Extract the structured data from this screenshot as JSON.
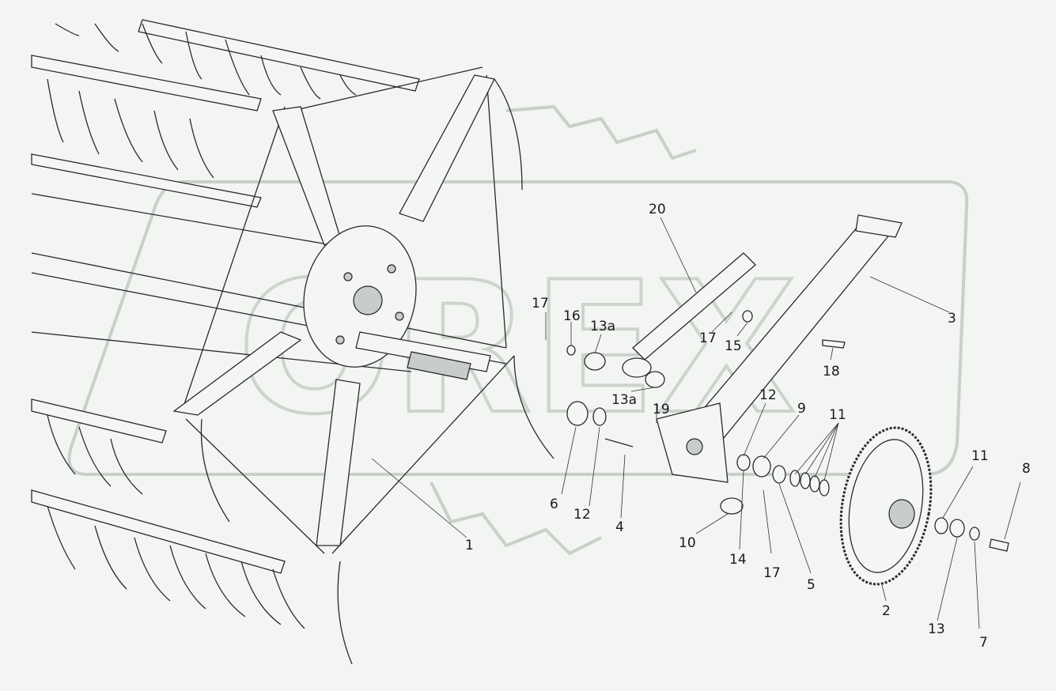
{
  "diagram": {
    "watermark": "OREX",
    "callouts": [
      {
        "id": "c1",
        "label": "1"
      },
      {
        "id": "c2",
        "label": "2"
      },
      {
        "id": "c3",
        "label": "3"
      },
      {
        "id": "c4",
        "label": "4"
      },
      {
        "id": "c5",
        "label": "5"
      },
      {
        "id": "c6",
        "label": "6"
      },
      {
        "id": "c7",
        "label": "7"
      },
      {
        "id": "c8",
        "label": "8"
      },
      {
        "id": "c9",
        "label": "9"
      },
      {
        "id": "c10",
        "label": "10"
      },
      {
        "id": "c11a",
        "label": "11"
      },
      {
        "id": "c11b",
        "label": "11"
      },
      {
        "id": "c12a",
        "label": "12"
      },
      {
        "id": "c12b",
        "label": "12"
      },
      {
        "id": "c13",
        "label": "13"
      },
      {
        "id": "c13a1",
        "label": "13a"
      },
      {
        "id": "c13a2",
        "label": "13a"
      },
      {
        "id": "c14",
        "label": "14"
      },
      {
        "id": "c15",
        "label": "15"
      },
      {
        "id": "c16",
        "label": "16"
      },
      {
        "id": "c17a",
        "label": "17"
      },
      {
        "id": "c17b",
        "label": "17"
      },
      {
        "id": "c17c",
        "label": "17"
      },
      {
        "id": "c18",
        "label": "18"
      },
      {
        "id": "c19",
        "label": "19"
      },
      {
        "id": "c20",
        "label": "20"
      }
    ]
  }
}
